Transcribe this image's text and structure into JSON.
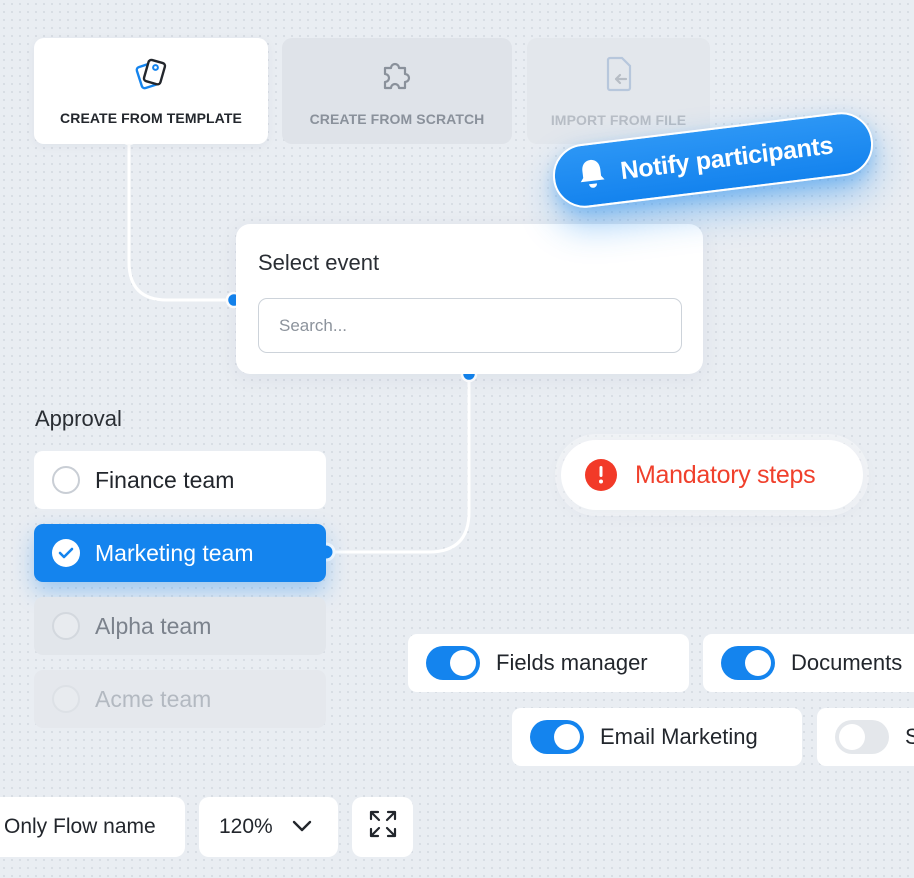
{
  "sources": {
    "template_label": "CREATE FROM TEMPLATE",
    "scratch_label": "CREATE FROM SCRATCH",
    "import_label": "IMPORT FROM FILE"
  },
  "notify": {
    "label": "Notify participants",
    "icon": "bell-icon"
  },
  "event": {
    "title": "Select event",
    "search_placeholder": "Search..."
  },
  "approval": {
    "label": "Approval",
    "teams": [
      {
        "label": "Finance team",
        "state": "unchecked"
      },
      {
        "label": "Marketing team",
        "state": "checked"
      },
      {
        "label": "Alpha team",
        "state": "disabled"
      },
      {
        "label": "Acme team",
        "state": "disabled"
      }
    ]
  },
  "mandatory": {
    "label": "Mandatory steps",
    "icon": "alert-icon"
  },
  "toggles": [
    {
      "label": "Fields manager",
      "on": true
    },
    {
      "label": "Documents",
      "on": true
    },
    {
      "label": "Email Marketing",
      "on": true
    },
    {
      "label": "S",
      "on": false
    }
  ],
  "bottom": {
    "flow_name_label": "Only Flow name",
    "zoom": "120%"
  },
  "colors": {
    "accent": "#1484ee",
    "danger": "#f23a28",
    "background": "#e9edf2"
  }
}
